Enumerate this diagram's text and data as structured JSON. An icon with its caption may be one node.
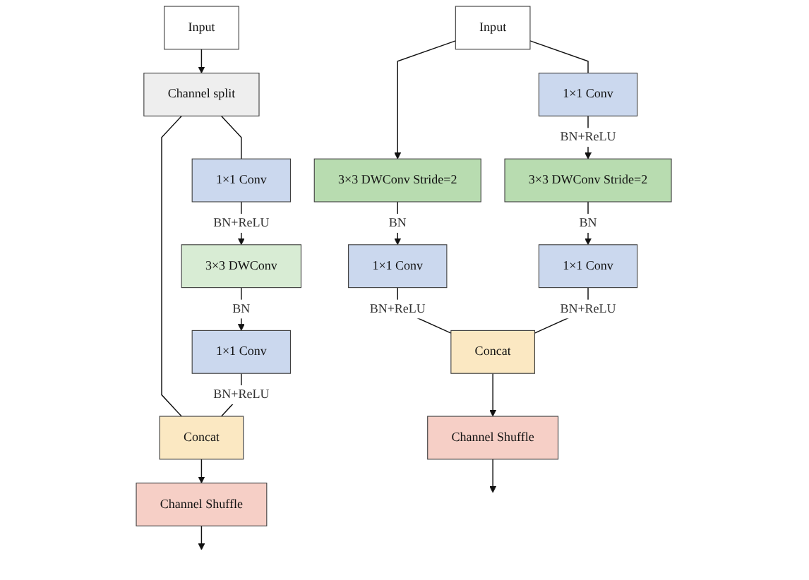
{
  "diagram": {
    "nodes": [
      {
        "text": [
          "Input"
        ]
      },
      {
        "text": [
          "Channel split"
        ]
      },
      {
        "text": [
          "1×1 Conv"
        ]
      },
      {
        "text": [
          "3×3 DWConv"
        ]
      },
      {
        "text": [
          "1×1 Conv"
        ]
      },
      {
        "text": [
          "Concat"
        ]
      },
      {
        "text": [
          "Channel Shuffle"
        ]
      },
      {
        "text": [
          "Input"
        ]
      },
      {
        "text": [
          "3×3 DWConv Stride=2"
        ]
      },
      {
        "text": [
          "1×1 Conv"
        ]
      },
      {
        "text": [
          "1×1 Conv"
        ]
      },
      {
        "text": [
          "3×3 DWConv Stride=2"
        ]
      },
      {
        "text": [
          "1×1 Conv"
        ]
      },
      {
        "text": [
          "Concat"
        ]
      },
      {
        "text": [
          "Channel Shuffle"
        ]
      }
    ],
    "edges": [
      {
        "from": 0,
        "to": 1,
        "arrow": "to"
      },
      {
        "from": 1,
        "to": 5,
        "arrow": "none"
      },
      {
        "from": 1,
        "to": 2,
        "arrow": "none"
      },
      {
        "from": 2,
        "to": 3,
        "arrow": "to",
        "label": "BN+ReLU"
      },
      {
        "from": 3,
        "to": 4,
        "arrow": "to",
        "label": "BN"
      },
      {
        "from": 4,
        "to": 5,
        "arrow": "none",
        "label": "BN+ReLU"
      },
      {
        "from": 5,
        "to": 6,
        "arrow": "to"
      },
      {
        "from": 6,
        "to": null,
        "arrow": "to"
      },
      {
        "from": 7,
        "to": 8,
        "arrow": "to"
      },
      {
        "from": 7,
        "to": 10,
        "arrow": "none"
      },
      {
        "from": 8,
        "to": 9,
        "arrow": "to",
        "label": "BN"
      },
      {
        "from": 10,
        "to": 11,
        "arrow": "to",
        "label": "BN+ReLU"
      },
      {
        "from": 11,
        "to": 12,
        "arrow": "to",
        "label": "BN"
      },
      {
        "from": 9,
        "to": 13,
        "arrow": "none",
        "label": "BN+ReLU"
      },
      {
        "from": 12,
        "to": 13,
        "arrow": "none",
        "label": "BN+ReLU"
      },
      {
        "from": 13,
        "to": 14,
        "arrow": "to"
      },
      {
        "from": 14,
        "to": null,
        "arrow": "to"
      }
    ]
  }
}
